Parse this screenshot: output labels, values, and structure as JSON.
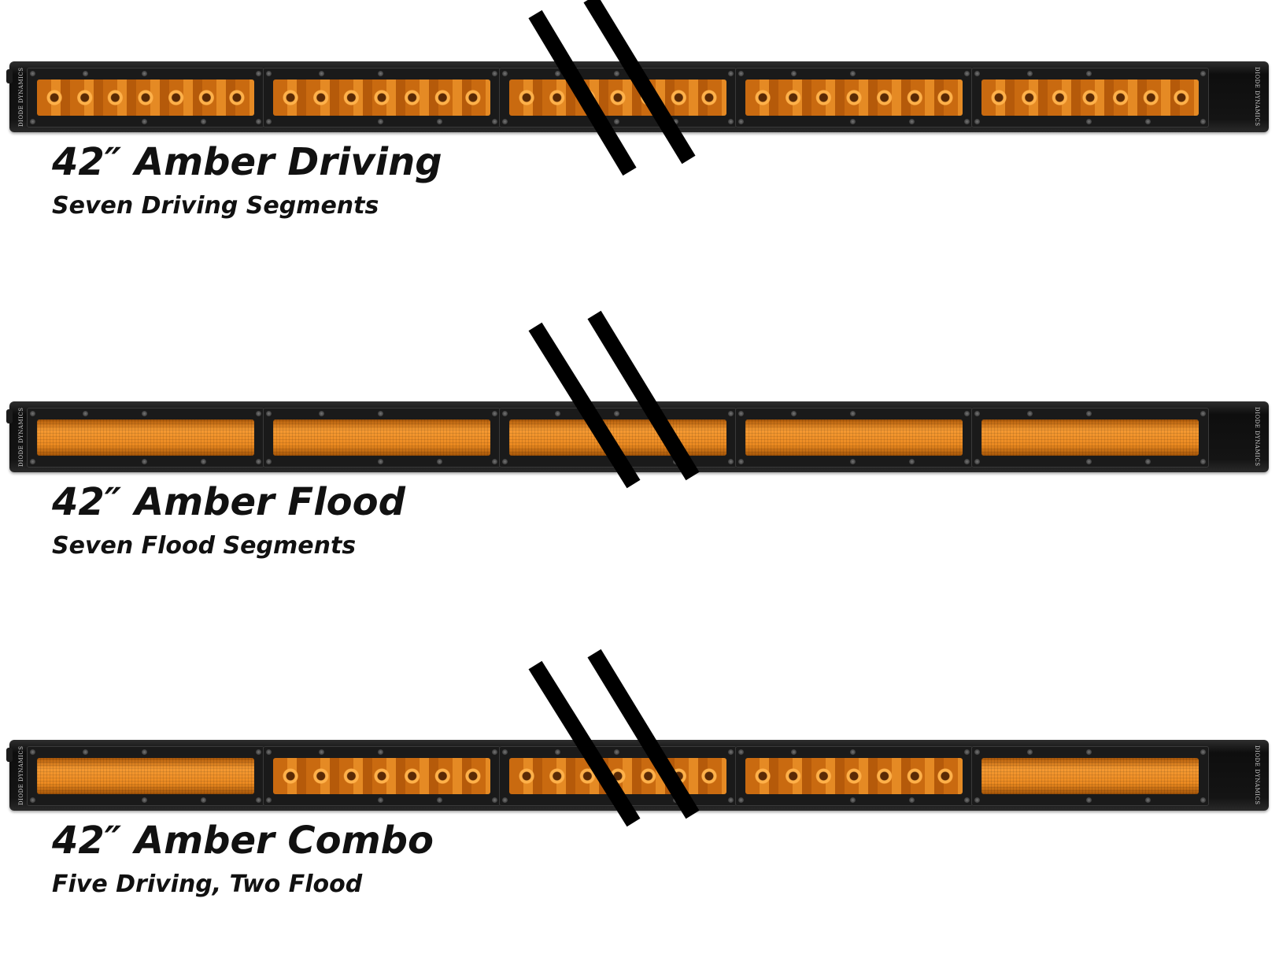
{
  "brand_marking": "DIODE DYNAMICS",
  "colors": {
    "amber": "#ec8a20",
    "housing": "#141414",
    "break_mark": "#000000",
    "text": "#111111"
  },
  "products": [
    {
      "title": "42″ Amber Driving",
      "subtitle": "Seven Driving Segments",
      "segments": [
        "driving",
        "driving",
        "driving",
        "driving",
        "driving"
      ]
    },
    {
      "title": "42″ Amber Flood",
      "subtitle": "Seven Flood Segments",
      "segments": [
        "flood",
        "flood",
        "flood",
        "flood",
        "flood"
      ]
    },
    {
      "title": "42″ Amber Combo",
      "subtitle": "Five Driving, Two Flood",
      "segments": [
        "flood",
        "driving",
        "driving",
        "driving",
        "flood"
      ]
    }
  ]
}
